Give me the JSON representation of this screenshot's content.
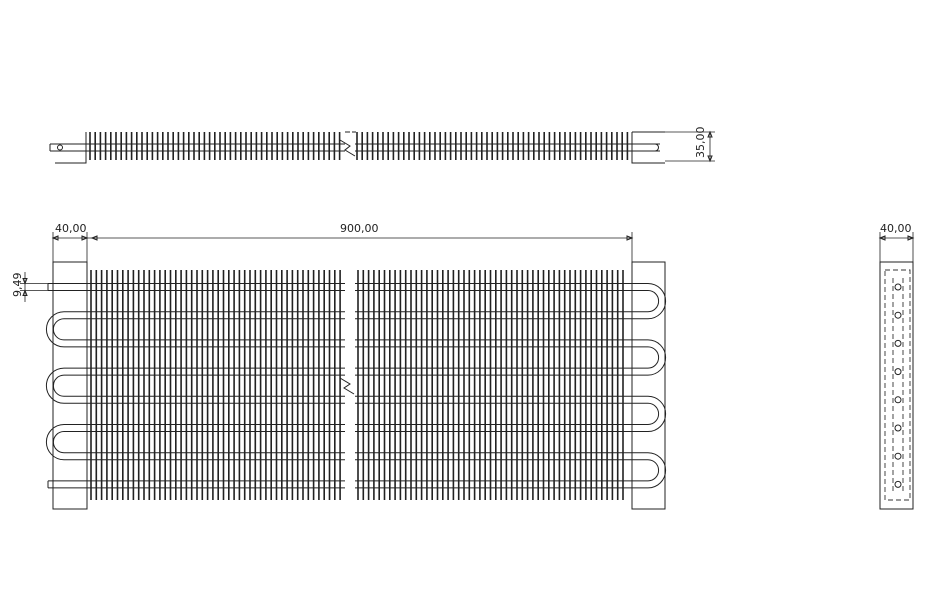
{
  "drawing": {
    "dimensions": {
      "top_height": "35,00",
      "left_bracket_width": "40,00",
      "overall_length": "900,00",
      "tube_diameter": "9,49",
      "side_width": "40,00"
    },
    "tube_rows": 8,
    "colors": {
      "line": "#222222",
      "background": "#ffffff"
    }
  }
}
